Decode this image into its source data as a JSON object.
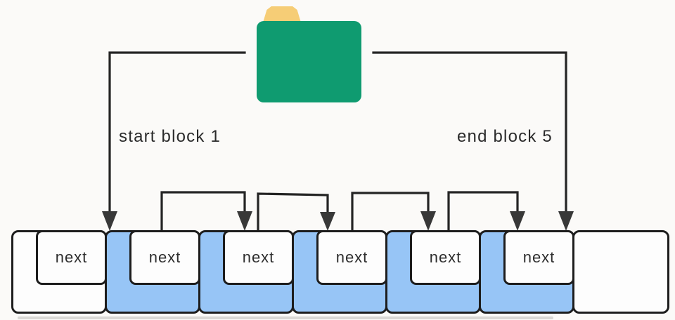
{
  "diagram": {
    "kind": "linked-list-file-allocation",
    "labels": {
      "start": "start block 1",
      "end": "end block 5"
    },
    "blocks": [
      {
        "index": 0,
        "fill": "white",
        "pointer": "next"
      },
      {
        "index": 1,
        "fill": "blue",
        "pointer": "next"
      },
      {
        "index": 2,
        "fill": "blue",
        "pointer": "next"
      },
      {
        "index": 3,
        "fill": "blue",
        "pointer": "next"
      },
      {
        "index": 4,
        "fill": "blue",
        "pointer": "next"
      },
      {
        "index": 5,
        "fill": "blue",
        "pointer": "next"
      },
      {
        "index": 6,
        "fill": "white",
        "pointer": ""
      }
    ],
    "colors": {
      "folder_body": "#0f9b70",
      "folder_tab": "#f6cd76",
      "block_blue": "#97c5f6",
      "block_white": "#fdfdfd",
      "line": "#242424",
      "background": "#fbfaf8"
    }
  }
}
